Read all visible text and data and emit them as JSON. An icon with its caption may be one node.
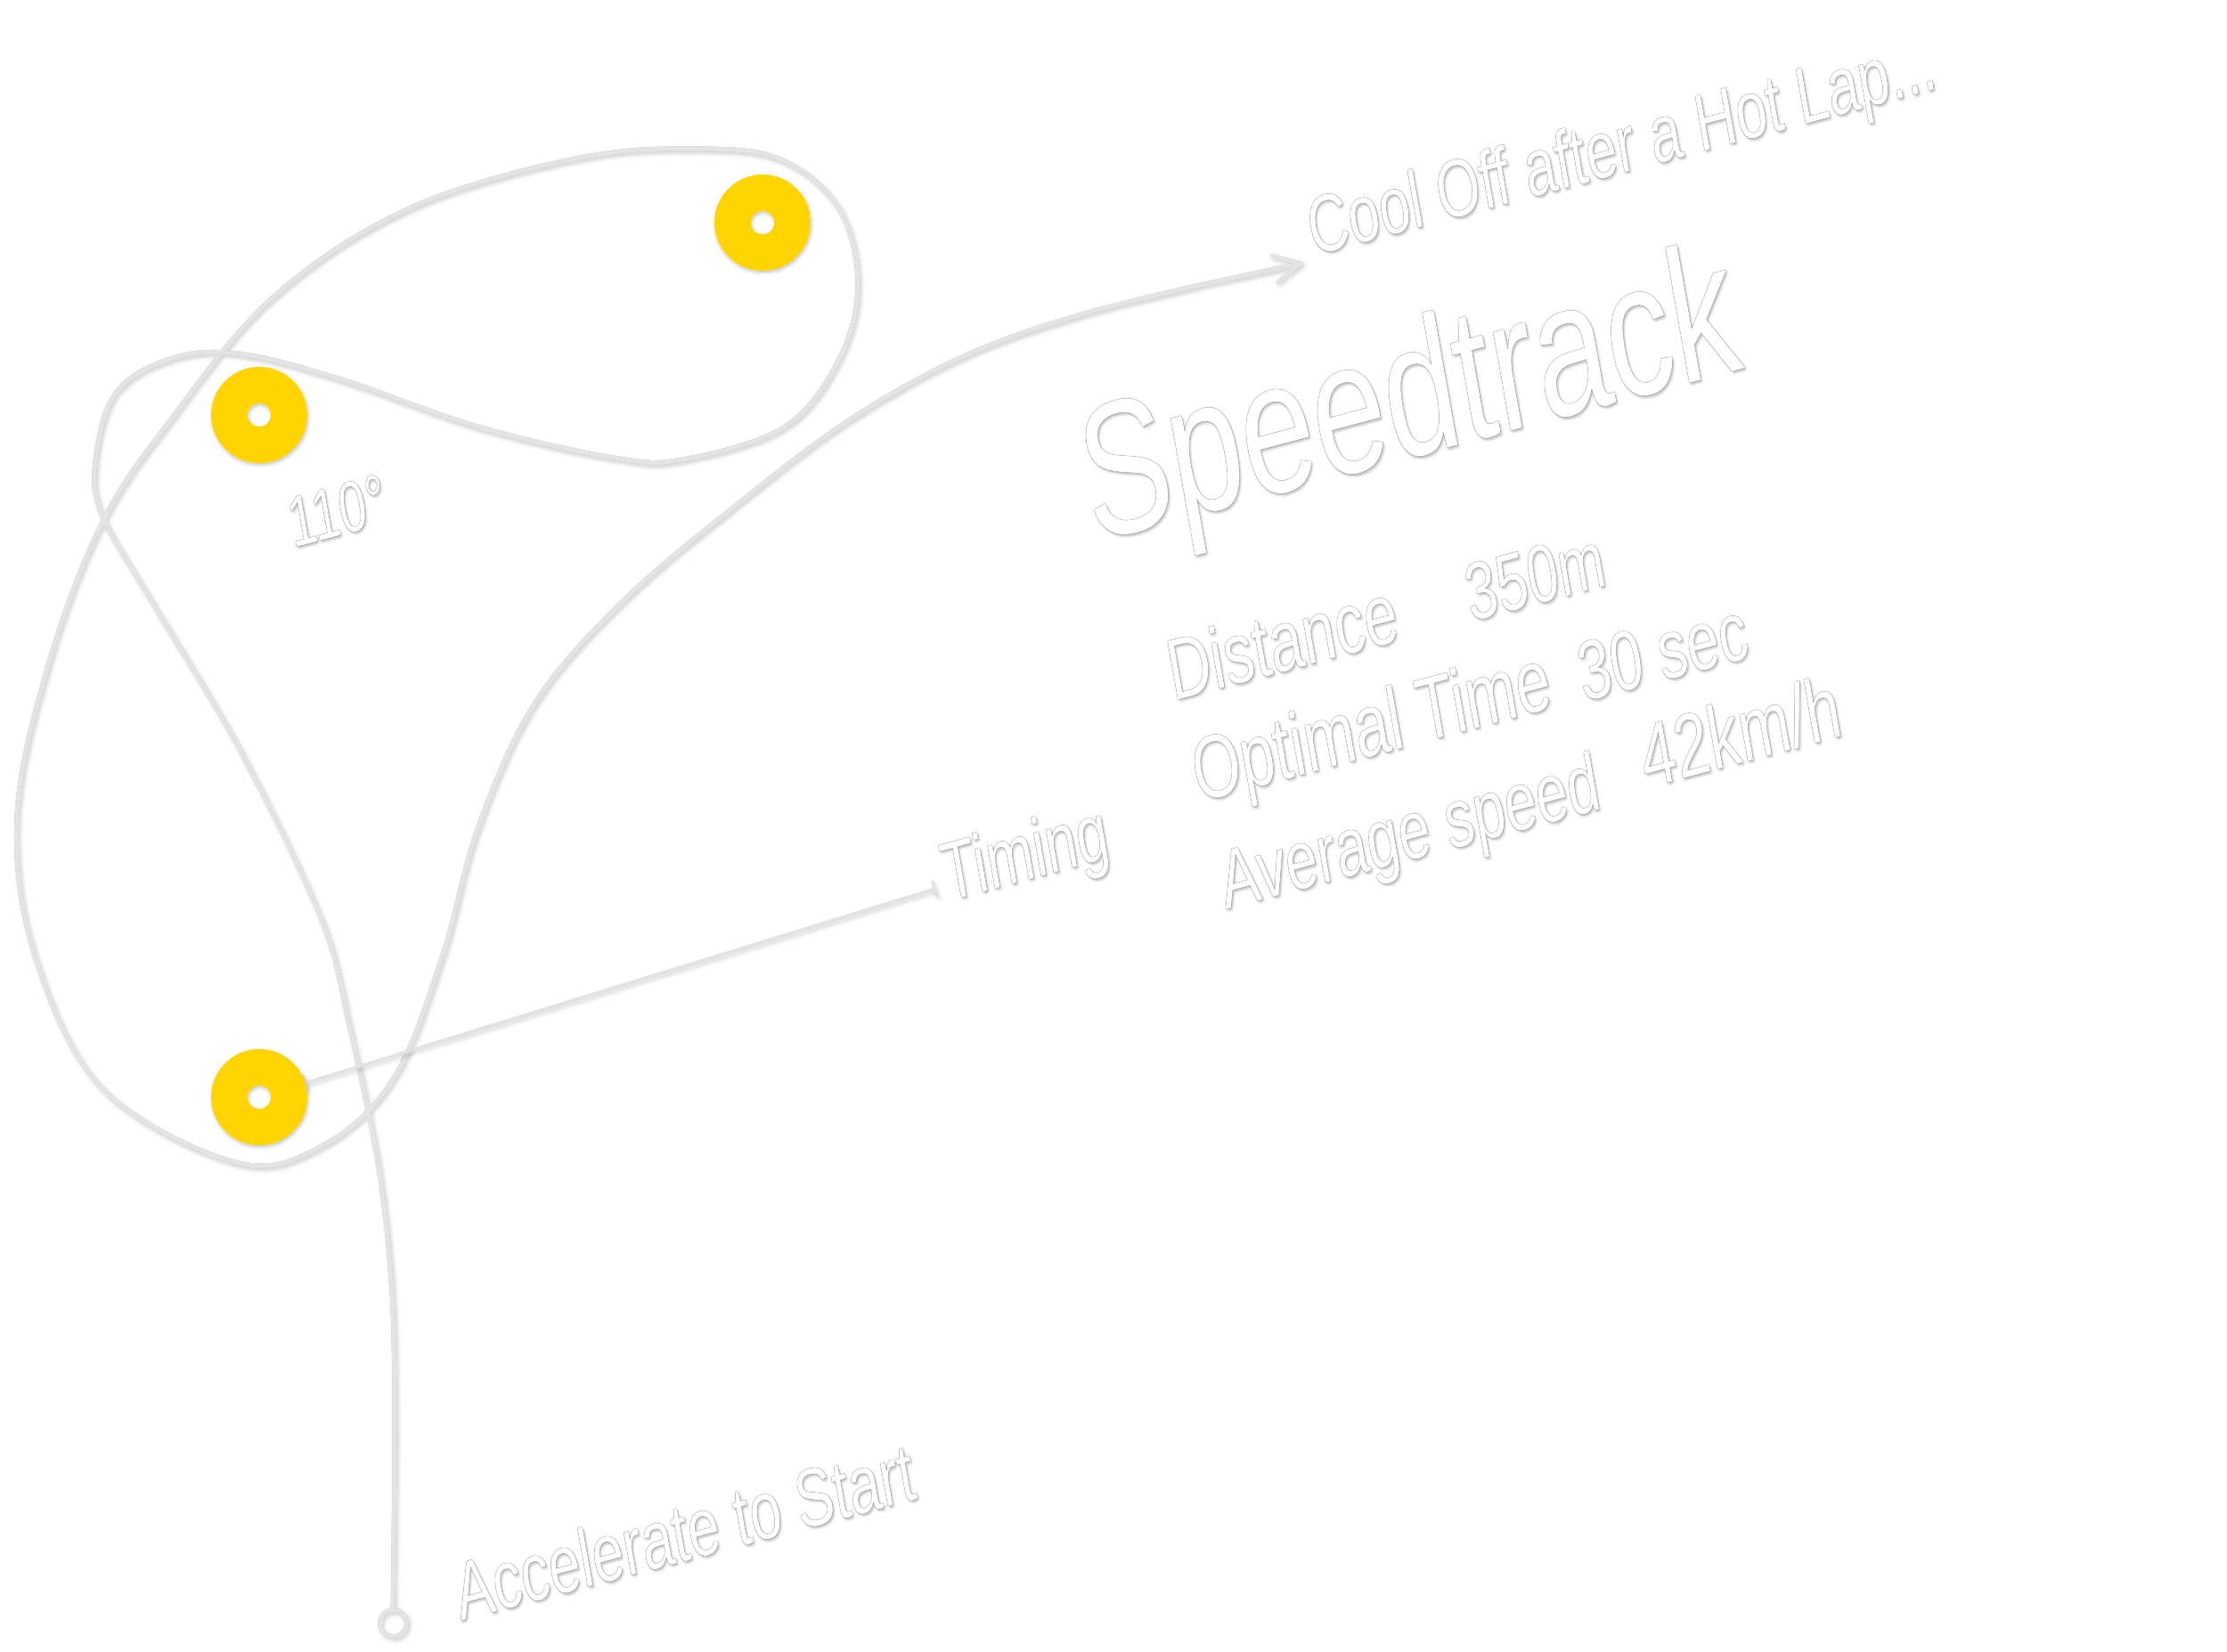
{
  "diagram": {
    "title": "Speedtrack",
    "nodes": [
      {
        "text": [],
        "shape": "circle"
      },
      {
        "text": [
          "Cool Off after a Hot Lap..."
        ]
      },
      {
        "text": [],
        "shape": "circle",
        "beside": [
          "110°"
        ]
      },
      {
        "text": [
          "Timing"
        ]
      },
      {
        "text": [],
        "shape": "circle"
      },
      {
        "text": [],
        "shape": "circle",
        "beside": [
          "Accelerate to Start"
        ]
      }
    ],
    "edges": [
      {
        "from": 5,
        "to": 1,
        "arrow": "to"
      },
      {
        "from": 4,
        "to": 3,
        "arrow": "other"
      }
    ],
    "labels": [
      "Distance",
      "350m",
      "Optimal Time",
      "30 sec",
      "Average speed",
      "42km/h"
    ]
  }
}
